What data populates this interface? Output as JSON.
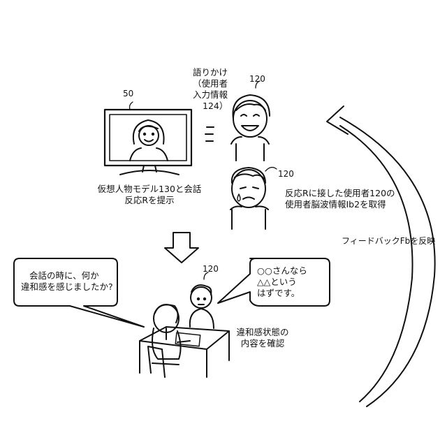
{
  "ref_monitor": "50",
  "ref_user_top": "120",
  "ref_user_mid": "120",
  "ref_user_bottom": "120",
  "talk_label": [
    "語りかけ",
    "（使用者",
    "入力情報",
    "124）"
  ],
  "model_caption": [
    "仮想人物モデル130と会話",
    "反応Rを提示"
  ],
  "brainwave_caption": [
    "反応Rに接した使用者120の",
    "使用者脳波情報Ib2を取得"
  ],
  "feedback_label": "フィードバックFbを反映",
  "left_bubble": [
    "会話の時に、何か",
    "違和感を感じましたか?"
  ],
  "right_bubble": [
    "○○さんなら",
    "△△という",
    "はずです。"
  ],
  "confirm_caption": [
    "違和感状態の",
    "内容を確認"
  ]
}
